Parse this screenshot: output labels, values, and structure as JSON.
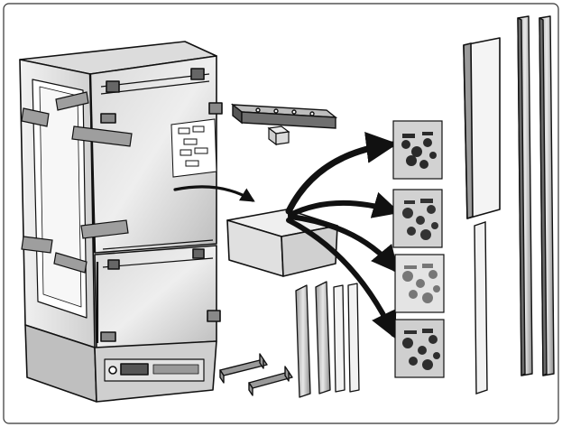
{
  "diagram": {
    "parts": [
      {
        "id": "fridge",
        "icon": "refrigerator-icon"
      },
      {
        "id": "hinge-bar",
        "icon": "hinge-bar-icon"
      },
      {
        "id": "small-cube",
        "icon": "cube-icon"
      },
      {
        "id": "accessory-box",
        "icon": "box-icon"
      },
      {
        "id": "hardware-bag-1",
        "icon": "bag-icon"
      },
      {
        "id": "hardware-bag-2",
        "icon": "bag-icon"
      },
      {
        "id": "hardware-bag-3",
        "icon": "bag-icon"
      },
      {
        "id": "hardware-bag-4",
        "icon": "bag-icon"
      },
      {
        "id": "wide-panel",
        "icon": "panel-icon"
      },
      {
        "id": "narrow-strip",
        "icon": "strip-icon"
      },
      {
        "id": "long-rails",
        "icon": "rail-icon"
      },
      {
        "id": "short-trims",
        "icon": "trim-icon"
      },
      {
        "id": "brackets",
        "icon": "bracket-icon"
      }
    ],
    "colors": {
      "outline": "#111111",
      "metal_light": "#e6e6e6",
      "metal_mid": "#c4c4c4",
      "metal_dark": "#8a8a8a",
      "bag_bg": "#d2d2d2",
      "arrow": "#111111"
    }
  }
}
